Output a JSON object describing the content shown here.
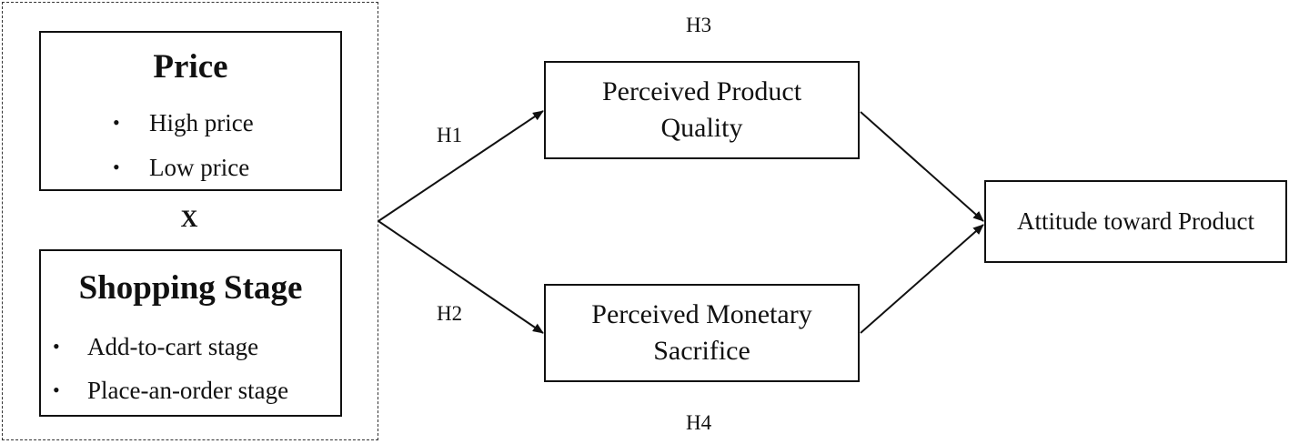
{
  "price_box": {
    "title": "Price",
    "bullet": "•",
    "items": [
      "High price",
      "Low price"
    ]
  },
  "interaction_symbol": "X",
  "stage_box": {
    "title": "Shopping Stage",
    "bullet": "•",
    "items": [
      "Add-to-cart stage",
      "Place-an-order stage"
    ]
  },
  "mediators": {
    "quality": {
      "line1": "Perceived Product",
      "line2": "Quality"
    },
    "sacrifice": {
      "line1": "Perceived Monetary",
      "line2": "Sacrifice"
    }
  },
  "outcome": {
    "label": "Attitude toward Product"
  },
  "hypotheses": {
    "h1": "H1",
    "h2": "H2",
    "h3": "H3",
    "h4": "H4"
  },
  "colors": {
    "line": "#111111",
    "background": "#ffffff"
  }
}
